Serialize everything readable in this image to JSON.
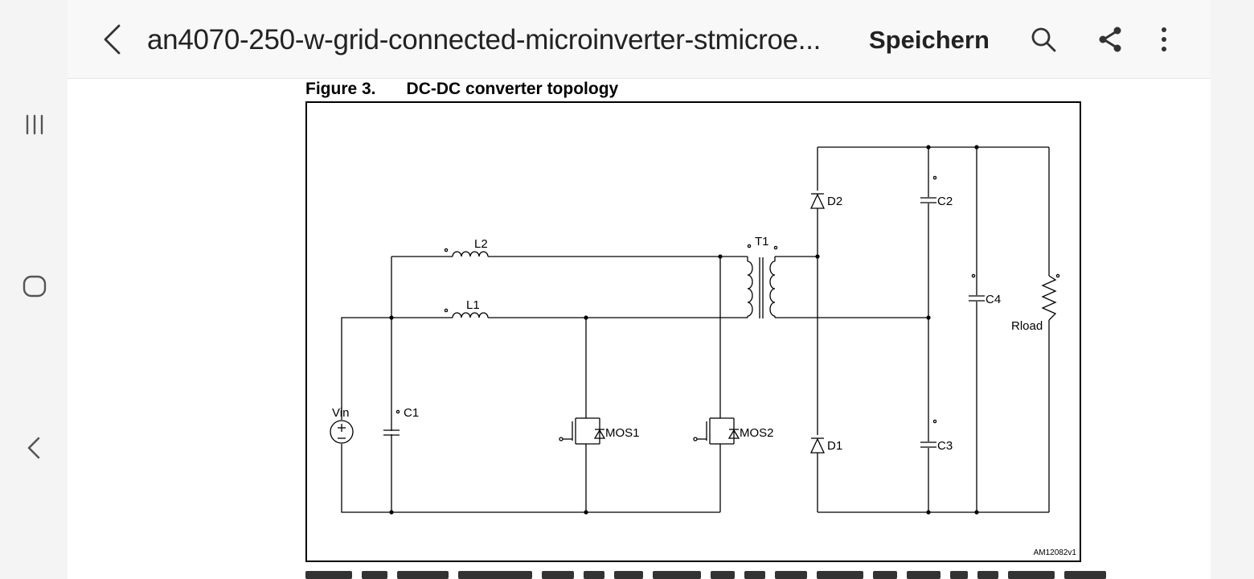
{
  "topbar": {
    "title": "an4070-250-w-grid-connected-microinverter-stmicroe...",
    "save_label": "Speichern",
    "icons": [
      "back-icon",
      "search-icon",
      "share-icon",
      "more-vert-icon"
    ]
  },
  "navrail": {
    "icons": [
      "recent-apps-icon",
      "home-icon",
      "nav-back-icon"
    ]
  },
  "figure": {
    "number": "Figure 3.",
    "title": "DC-DC converter topology",
    "id": "AM12082v1",
    "labels": {
      "L2": "L2",
      "L1": "L1",
      "T1": "T1",
      "D2": "D2",
      "D1": "D1",
      "C1": "C1",
      "C2": "C2",
      "C3": "C3",
      "C4": "C4",
      "Vin": "Vin",
      "MOS1": "MOS1",
      "MOS2": "MOS2",
      "Rload": "Rload"
    }
  },
  "colors": {
    "topbar_bg": "#f8f8f8",
    "page_bg": "#ffffff",
    "chrome_bg": "#f4f4f4",
    "ink": "#000000"
  }
}
